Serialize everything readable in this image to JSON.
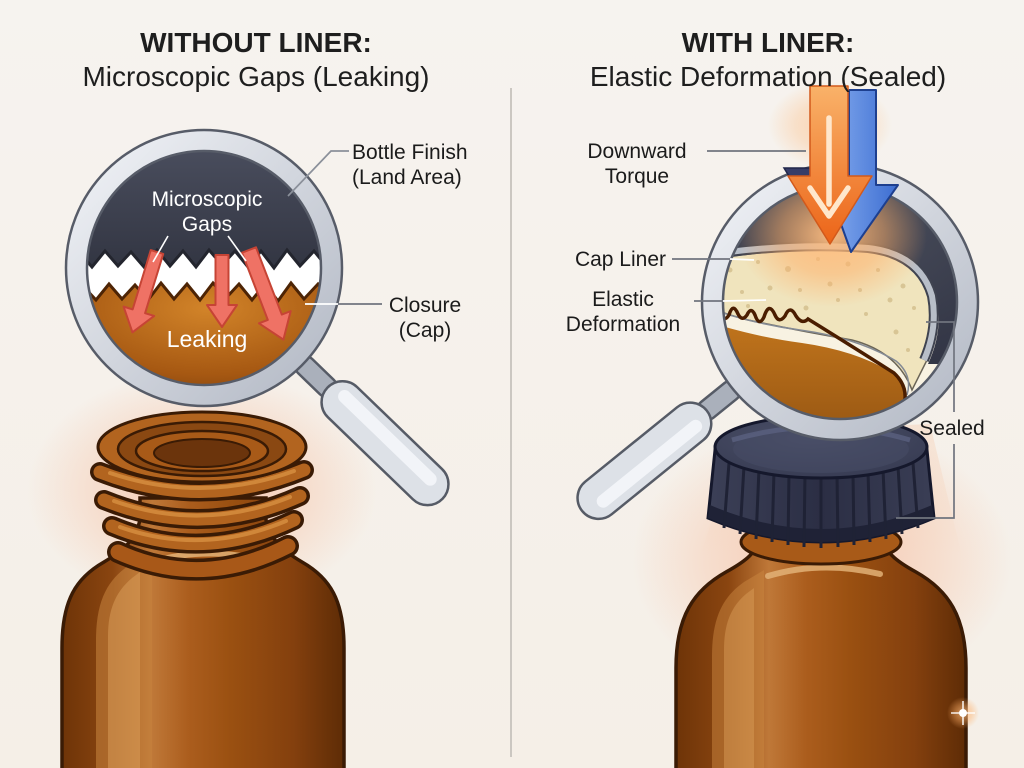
{
  "left_panel": {
    "title_line1": "WITHOUT LINER:",
    "title_line2": "Microscopic Gaps (Leaking)",
    "magnifier_labels": {
      "gaps_line1": "Microscopic",
      "gaps_line2": "Gaps",
      "leaking": "Leaking"
    },
    "callouts": {
      "bottle_finish_line1": "Bottle Finish",
      "bottle_finish_line2": "(Land Area)",
      "closure_line1": "Closure",
      "closure_line2": "(Cap)"
    }
  },
  "right_panel": {
    "title_line1": "WITH LINER:",
    "title_line2": "Elastic Deformation (Sealed)",
    "callouts": {
      "downward_torque_line1": "Downward",
      "downward_torque_line2": "Torque",
      "cap_liner": "Cap Liner",
      "elastic_line1": "Elastic",
      "elastic_line2": "Deformation",
      "sealed": "Sealed"
    }
  },
  "colors": {
    "background": "#f5f1ec",
    "amber_glass": "#9c5112",
    "slate_dark": "#3a3d4c",
    "magnifier_rim": "#c9ced7",
    "leak_arrow_red": "#ef7265",
    "torque_arrow_orange": "#ed671c",
    "torque_arrow_blue": "#4a7fd8",
    "cap_liner_cream": "#f0e4bd",
    "cap_navy": "#31344a",
    "warm_glow": "#f6b795"
  }
}
